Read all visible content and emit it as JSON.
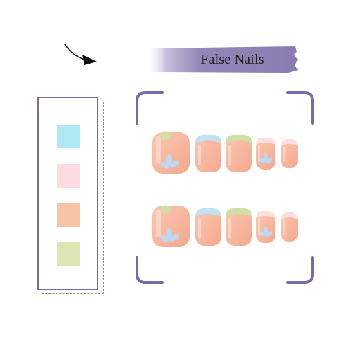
{
  "title": "False Nails",
  "colors": {
    "accent": "#7a68a8",
    "banner": "#9386b8",
    "nail_base": "#f7b59c",
    "tip_blue": "#bfe3f3",
    "tip_green": "#cfe0a6",
    "tip_pink": "#fbe0dd"
  },
  "palette": [
    {
      "name": "swatch-blue",
      "color": "#aee8f5"
    },
    {
      "name": "swatch-pink",
      "color": "#fcdce0"
    },
    {
      "name": "swatch-peach",
      "color": "#f7c4a3"
    },
    {
      "name": "swatch-green",
      "color": "#dce6b3"
    }
  ]
}
